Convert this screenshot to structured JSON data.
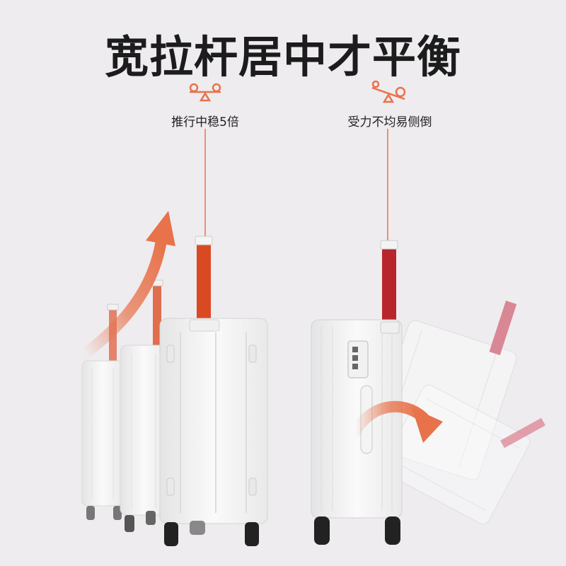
{
  "title": "宽拉杆居中才平衡",
  "left": {
    "caption": "推行中稳5倍",
    "icon": "seesaw-balanced-icon"
  },
  "right": {
    "caption": "受力不均易侧倒",
    "icon": "seesaw-tilted-icon"
  },
  "colors": {
    "accent": "#e8724a",
    "handle_orange": "#d94a23",
    "handle_red": "#b8262b",
    "background": "#eeecef",
    "case_white": "#f7f7f7",
    "text": "#222222"
  }
}
